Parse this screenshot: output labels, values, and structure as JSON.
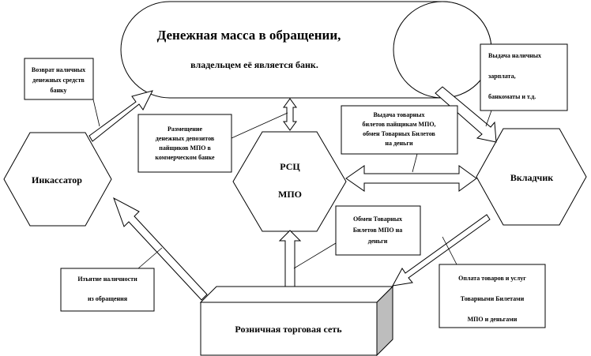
{
  "money_supply": {
    "line1": "Денежная масса в обращении,",
    "line2": "владельцем её является банк."
  },
  "rsc": {
    "line1": "РСЦ",
    "line2": "МПО"
  },
  "collector": {
    "label": "Инкассатор"
  },
  "depositor": {
    "label": "Вкладчик"
  },
  "retail": {
    "label": "Розничная торговая сеть"
  },
  "callouts": {
    "cash_return": [
      "Возврат наличных",
      "денежных средств",
      "банку"
    ],
    "placement": [
      "Размещение",
      "денежных депозитов",
      "пайщиков МПО в",
      "коммерческом банке"
    ],
    "issue_tickets": [
      "Выдача товарных",
      "билетов пайщикам МПО,",
      "обмен Товарных Билетов",
      "на деньги"
    ],
    "issue_cash": [
      "Выдача наличных",
      "зарплата,",
      "банкоматы и т.д."
    ],
    "exchange": [
      "Обмен Товарных",
      "Билетов МПО на",
      "деньги"
    ],
    "withdrawal": [
      "Изъятие наличности",
      "из обращения"
    ],
    "payment": [
      "Оплата товаров и услуг",
      "Товарными Билетами",
      "МПО и деньгами"
    ]
  }
}
